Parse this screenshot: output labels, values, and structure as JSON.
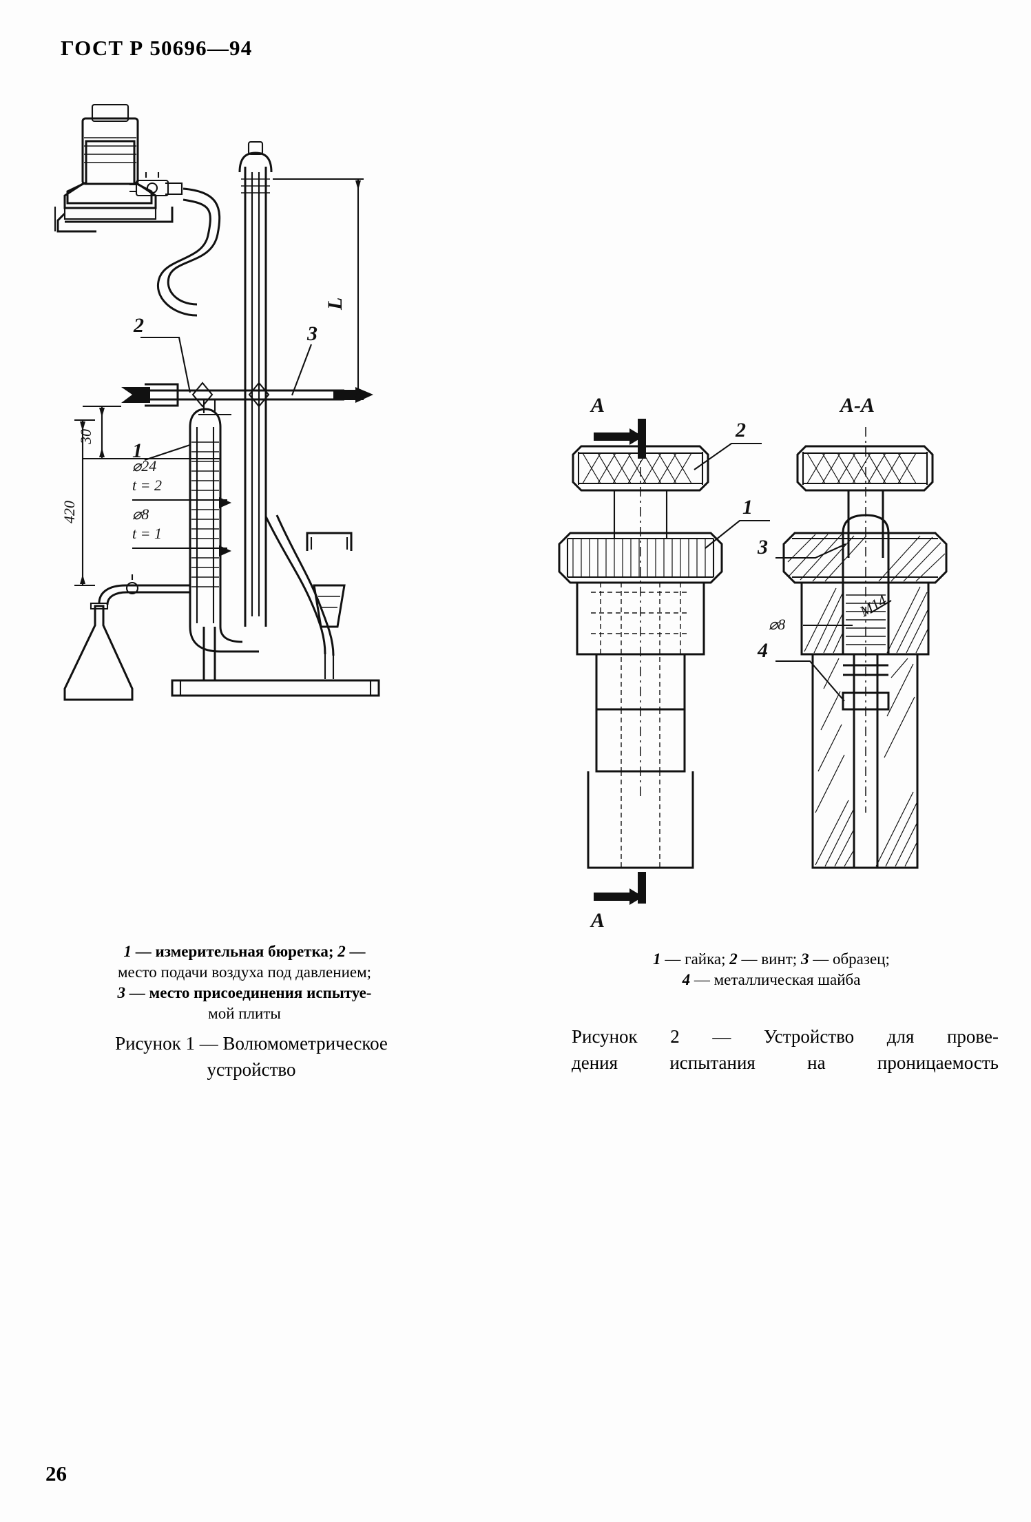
{
  "document": {
    "standard_header": "ГОСТ Р 50696—94",
    "page_number": "26"
  },
  "figure1": {
    "title_line1": "Рисунок 1 — Волюмометрическое",
    "title_line2": "устройство",
    "legend_line1_num": "1",
    "legend_line1": " — измерительная бюретка; ",
    "legend_line1_num2": "2",
    "legend_line1_end": " —",
    "legend_line2": "место подачи воздуха под давлением;",
    "legend_line3_num": "3",
    "legend_line3": " — место присоединения испытуе-",
    "legend_line4": "мой плиты",
    "callouts": {
      "item1": "1",
      "item2": "2",
      "item3": "3",
      "dim_length": "L",
      "dim_30": "30",
      "dim_420": "420",
      "spec_d24": "⌀24",
      "spec_t2": "t = 2",
      "spec_d8": "⌀8",
      "spec_t1": "t = 1"
    }
  },
  "figure2": {
    "title_line1": "Рисунок 2 — Устройство для прове-",
    "title_line2": "дения испытания на проницаемость",
    "legend_line1_n1": "1",
    "legend_line1_t1": " — гайка; ",
    "legend_line1_n2": "2",
    "legend_line1_t2": " — винт; ",
    "legend_line1_n3": "3",
    "legend_line1_t3": " — образец;",
    "legend_line2_n4": "4",
    "legend_line2_t4": " — металлическая шайба",
    "callouts": {
      "section_mark_top": "A",
      "section_mark_bottom": "A",
      "section_view_label": "A-A",
      "item1": "1",
      "item2": "2",
      "item3": "3",
      "item4": "4",
      "dim_d8": "⌀8",
      "dim_m14": "M14"
    }
  },
  "colors": {
    "ink": "#111111",
    "paper": "#fdfdfd"
  }
}
